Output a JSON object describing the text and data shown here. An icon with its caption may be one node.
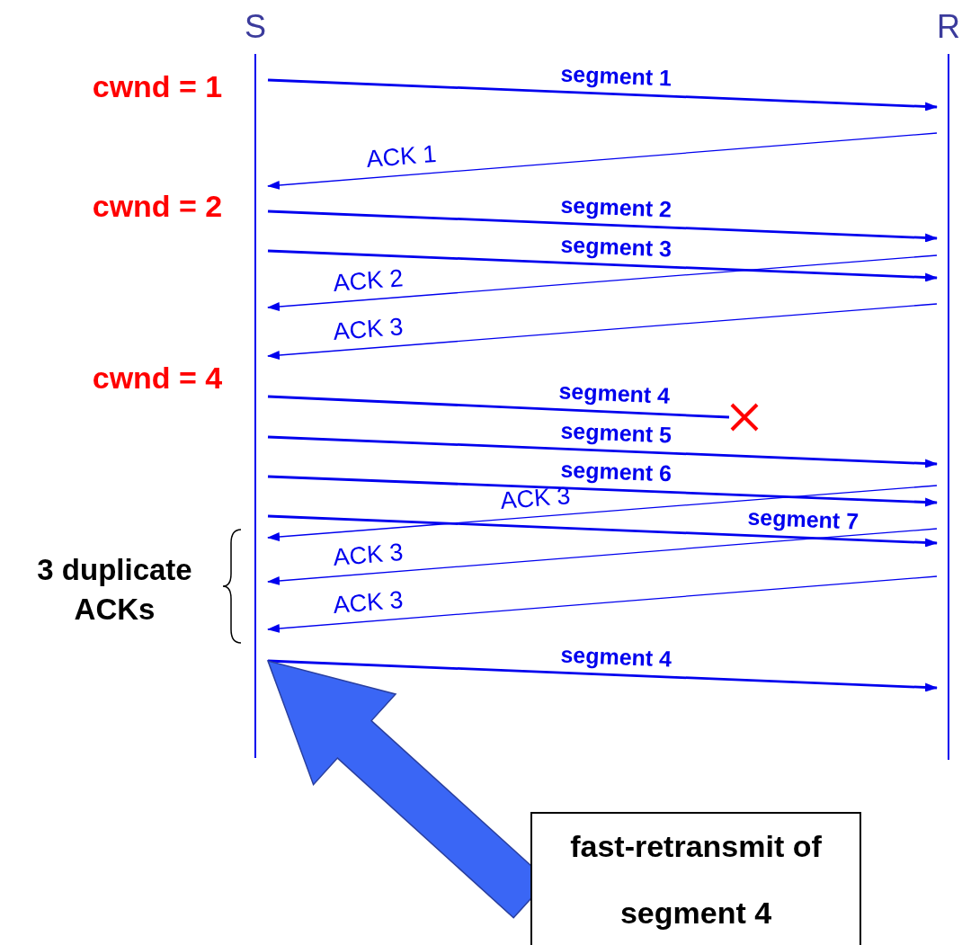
{
  "diagram": {
    "nodes": [
      {
        "text": [
          "S"
        ]
      },
      {
        "text": [
          "R"
        ]
      },
      {
        "text": [],
        "shape": "cross"
      },
      {
        "text": [
          "fast-retransmit of segment 4"
        ]
      }
    ],
    "edges": [
      {
        "from": 0,
        "to": 1,
        "arrow": "to",
        "label": "segment 1"
      },
      {
        "from": 1,
        "to": 0,
        "arrow": "to",
        "label": "ACK 1"
      },
      {
        "from": 0,
        "to": 1,
        "arrow": "to",
        "label": "segment 2"
      },
      {
        "from": 0,
        "to": 1,
        "arrow": "to",
        "label": "segment 3"
      },
      {
        "from": 1,
        "to": 0,
        "arrow": "to",
        "label": "ACK 2"
      },
      {
        "from": 1,
        "to": 0,
        "arrow": "to",
        "label": "ACK 3"
      },
      {
        "from": 0,
        "to": 2,
        "arrow": "none",
        "label": "segment 4"
      },
      {
        "from": 0,
        "to": 1,
        "arrow": "to",
        "label": "segment 5"
      },
      {
        "from": 0,
        "to": 1,
        "arrow": "to",
        "label": "segment 6"
      },
      {
        "from": 1,
        "to": 0,
        "arrow": "to",
        "label": "ACK 3"
      },
      {
        "from": 0,
        "to": 1,
        "arrow": "to",
        "label": "segment 7"
      },
      {
        "from": 1,
        "to": 0,
        "arrow": "to",
        "label": "ACK 3"
      },
      {
        "from": 1,
        "to": 0,
        "arrow": "to",
        "label": "ACK 3"
      },
      {
        "from": 0,
        "to": 1,
        "arrow": "to",
        "label": "segment 4"
      },
      {
        "from": 3,
        "to": 0,
        "arrow": "to",
        "style": "thick",
        "color": "#3a66f5"
      }
    ],
    "labels": [
      "cwnd = 1",
      "cwnd = 2",
      "cwnd = 4",
      "3 duplicate ACKs"
    ]
  }
}
